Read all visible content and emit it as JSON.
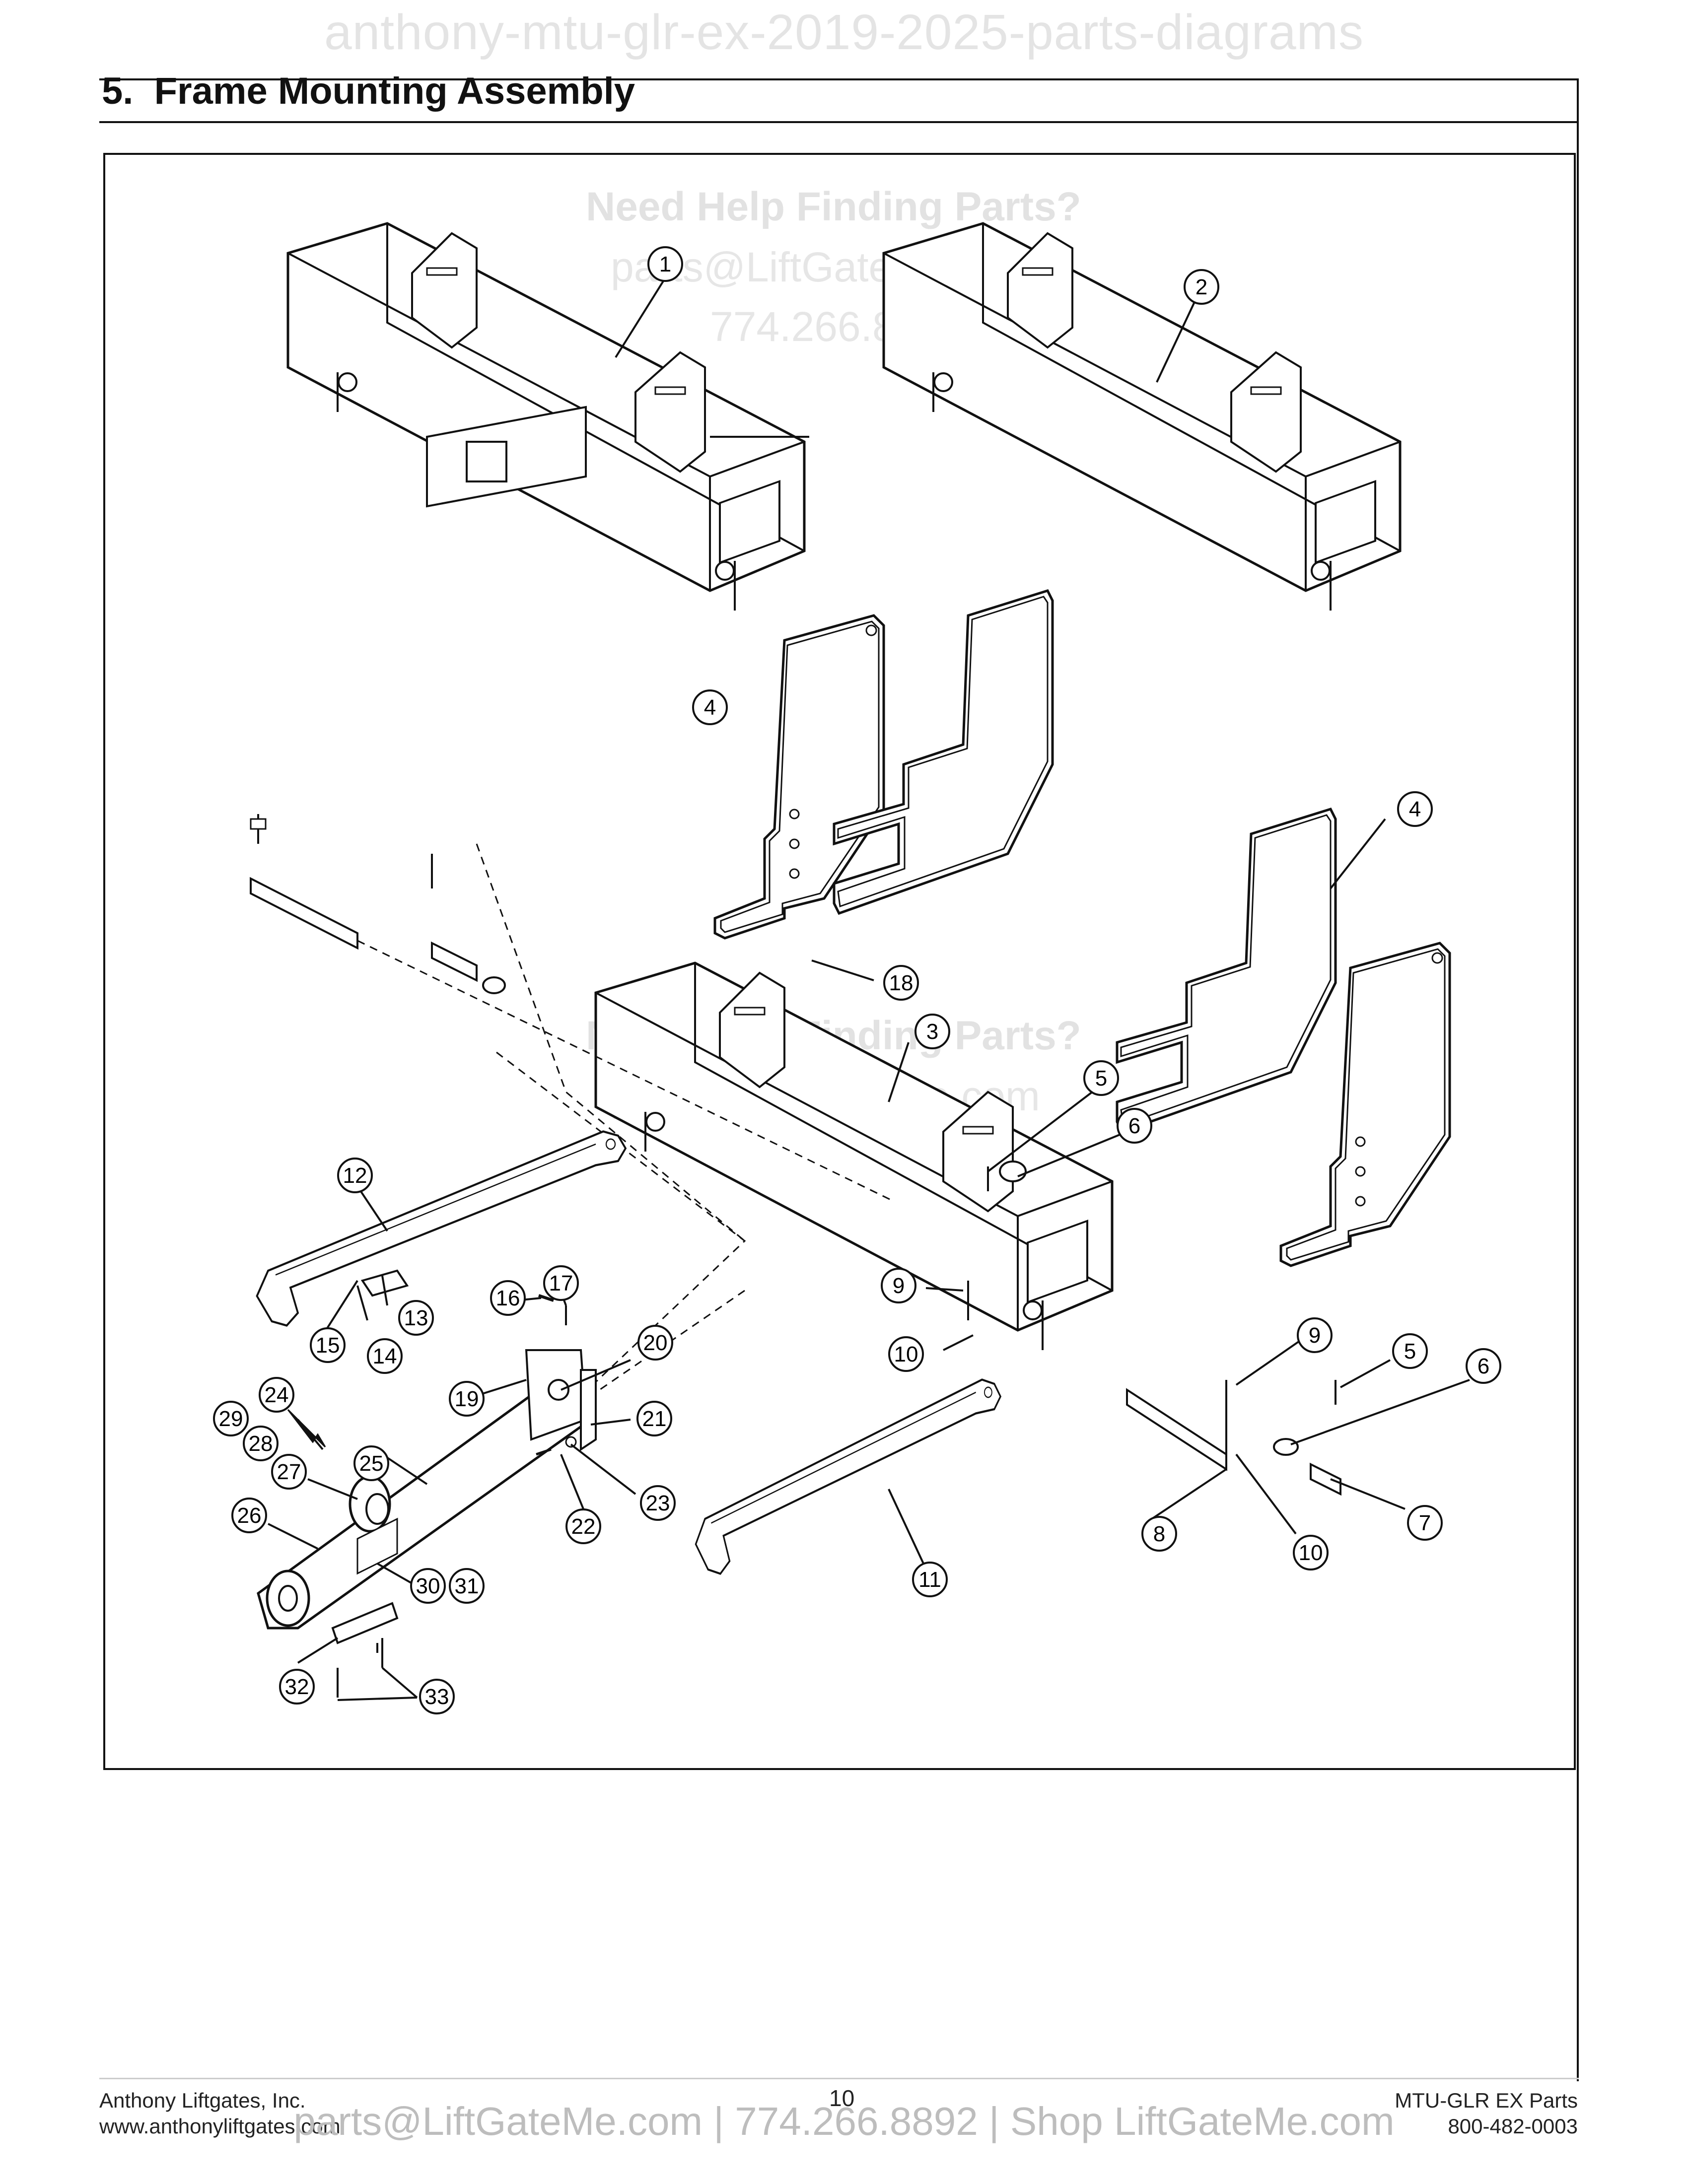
{
  "watermark": {
    "top": "anthony-mtu-glr-ex-2019-2025-parts-diagrams",
    "help": "Need Help Finding Parts?",
    "email": "parts@LiftGateMe.com",
    "phone": "774.266.8892",
    "bottom": "parts@LiftGateMe.com | 774.266.8892 | Shop LiftGateMe.com"
  },
  "section": {
    "number": "5.",
    "title": "Frame Mounting Assembly"
  },
  "callouts": [
    "1",
    "2",
    "3",
    "4",
    "4",
    "5",
    "6",
    "5",
    "6",
    "7",
    "8",
    "9",
    "9",
    "10",
    "10",
    "11",
    "12",
    "13",
    "14",
    "15",
    "16",
    "17",
    "18",
    "19",
    "20",
    "21",
    "22",
    "23",
    "24",
    "25",
    "26",
    "27",
    "28",
    "29",
    "30",
    "31",
    "32",
    "33"
  ],
  "footer": {
    "company": "Anthony Liftgates, Inc.",
    "website": "www.anthonyliftgates.com",
    "page": "10",
    "doc": "MTU-GLR EX Parts",
    "phone": "800-482-0003"
  }
}
